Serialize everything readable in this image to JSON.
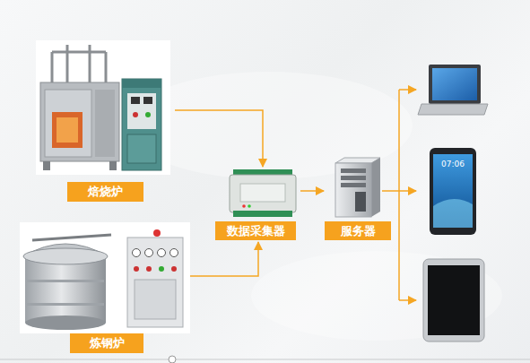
{
  "diagram": {
    "nodes": [
      {
        "text": [
          "焙烧炉"
        ]
      },
      {
        "text": [
          "炼钢炉"
        ]
      },
      {
        "text": [
          "数据采集器"
        ]
      },
      {
        "text": [
          "服务器"
        ]
      }
    ],
    "edges": [
      {
        "from": 0,
        "to": 2,
        "arrow": "to"
      },
      {
        "from": 1,
        "to": 2,
        "arrow": "to"
      },
      {
        "from": 2,
        "to": 3,
        "arrow": "to"
      }
    ],
    "labels": [
      "07:06"
    ]
  }
}
